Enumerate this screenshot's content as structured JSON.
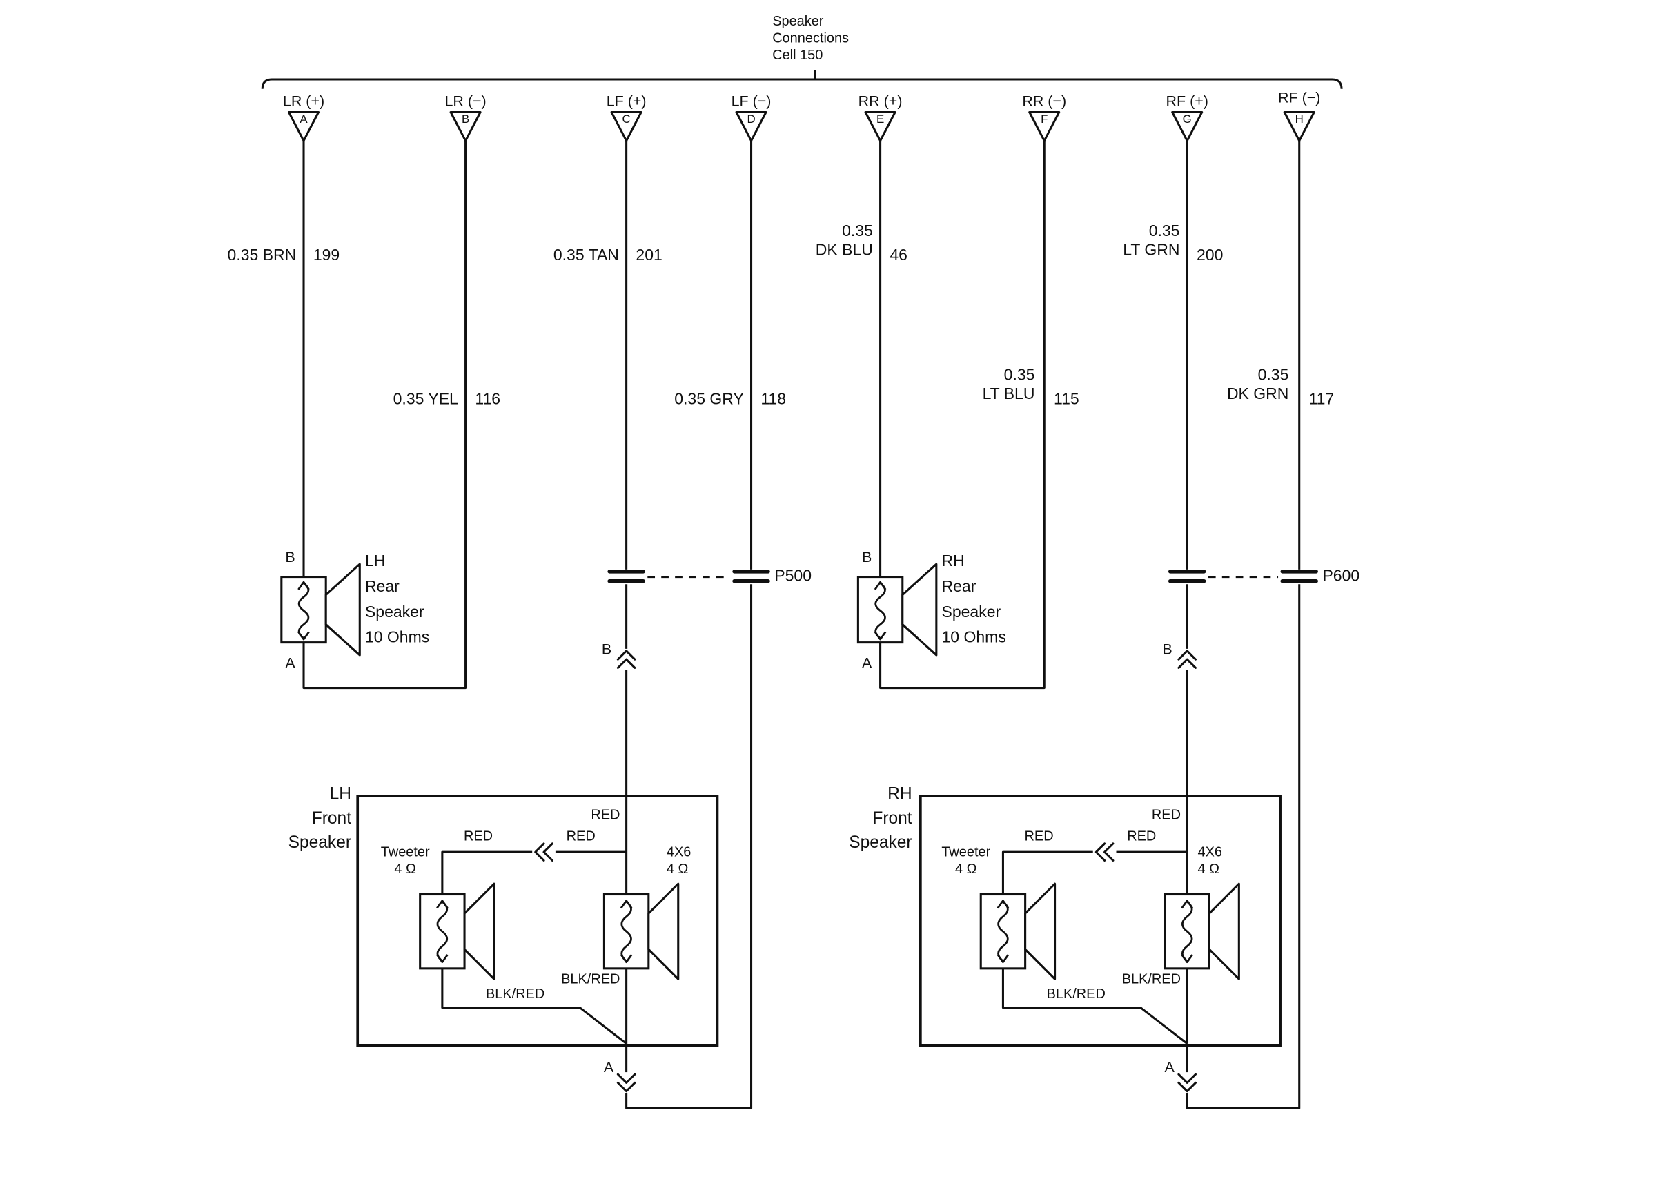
{
  "colors": {
    "ink": "#101010",
    "background": "#ffffff"
  },
  "header": {
    "cell_note": "Speaker\nConnections\nCell 150"
  },
  "connectors": [
    {
      "pin": "A",
      "label": "LR (+)"
    },
    {
      "pin": "B",
      "label": "LR (−)"
    },
    {
      "pin": "C",
      "label": "LF (+)"
    },
    {
      "pin": "D",
      "label": "LF (−)"
    },
    {
      "pin": "E",
      "label": "RR (+)"
    },
    {
      "pin": "F",
      "label": "RR (−)"
    },
    {
      "pin": "G",
      "label": "RF (+)"
    },
    {
      "pin": "H",
      "label": "RF (−)"
    }
  ],
  "wires": [
    {
      "spec": "0.35 BRN",
      "circuit": "199"
    },
    {
      "spec": "0.35 YEL",
      "circuit": "116"
    },
    {
      "spec": "0.35 TAN",
      "circuit": "201"
    },
    {
      "spec": "0.35 GRY",
      "circuit": "118"
    },
    {
      "spec": "0.35\nDK BLU",
      "circuit": "46"
    },
    {
      "spec": "0.35\nLT BLU",
      "circuit": "115"
    },
    {
      "spec": "0.35\nLT GRN",
      "circuit": "200"
    },
    {
      "spec": "0.35\nDK GRN",
      "circuit": "117"
    }
  ],
  "inline_connectors": [
    {
      "label": "P500"
    },
    {
      "label": "P600"
    }
  ],
  "rear_speakers": [
    {
      "terminal_top": "B",
      "terminal_bottom": "A",
      "name": "LH\nRear\nSpeaker\n10 Ohms"
    },
    {
      "terminal_top": "B",
      "terminal_bottom": "A",
      "name": "RH\nRear\nSpeaker\n10 Ohms"
    }
  ],
  "front_speakers": [
    {
      "name": "LH\nFront\nSpeaker",
      "break_in": "B",
      "break_out": "A",
      "tweeter": "Tweeter\n4 Ω",
      "woofer": "4X6\n4 Ω",
      "red_vertical": "RED",
      "red_left": "RED",
      "red_right": "RED",
      "blkred_left": "BLK/RED",
      "blkred_right": "BLK/RED"
    },
    {
      "name": "RH\nFront\nSpeaker",
      "break_in": "B",
      "break_out": "A",
      "tweeter": "Tweeter\n4 Ω",
      "woofer": "4X6\n4 Ω",
      "red_vertical": "RED",
      "red_left": "RED",
      "red_right": "RED",
      "blkred_left": "BLK/RED",
      "blkred_right": "BLK/RED"
    }
  ]
}
